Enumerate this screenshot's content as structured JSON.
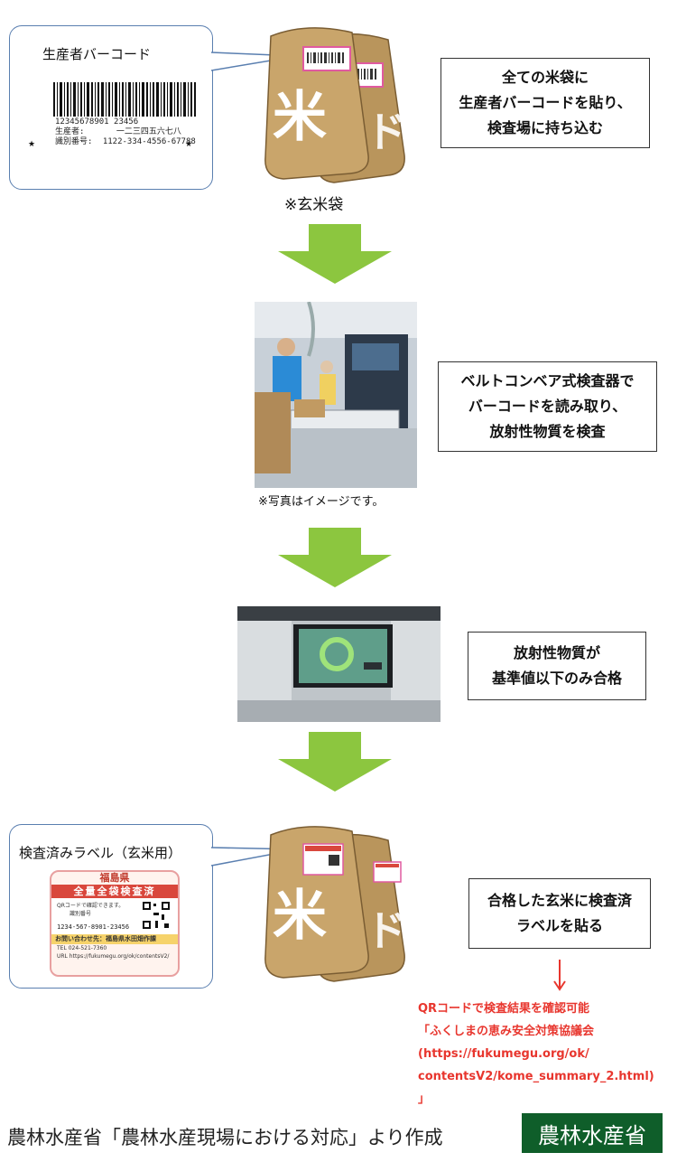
{
  "step1": {
    "callout_title": "生産者バーコード",
    "barcode_number": "12345678901 23456",
    "barcode_producer_label": "生産者:",
    "barcode_producer_value": "一二三四五六七八",
    "barcode_id_label": "識別番号:",
    "barcode_id_value": "1122-334-4556-67788",
    "bag_caption": "※玄米袋",
    "desc": [
      "全ての米袋に",
      "生産者バーコードを貼り、",
      "検査場に持ち込む"
    ]
  },
  "step2": {
    "photo_caption": "※写真はイメージです。",
    "desc": [
      "ベルトコンベア式検査器で",
      "バーコードを読み取り、",
      "放射性物質を検査"
    ]
  },
  "step3": {
    "desc": [
      "放射性物質が",
      "基準値以下のみ合格"
    ]
  },
  "step4": {
    "callout_title": "検査済みラベル（玄米用）",
    "label_pref": "福島県",
    "label_banner": "全量全袋検査済",
    "label_qr_text_1": "QRコードで確認できます。",
    "label_qr_text_2": "識別番号",
    "label_id": "1234-567-8901-23456",
    "label_contact": "お問い合わせ先：福島県水田畑作課",
    "label_tel": "TEL 024-521-7360",
    "label_url": "URL https://fukumegu.org/ok/contentsV2/",
    "desc": [
      "合格した玄米に検査済",
      "ラベルを貼る"
    ],
    "note": [
      "QRコードで検査結果を確認可能",
      "「ふくしまの恵み安全対策協議会",
      "(https://fukumegu.org/ok/",
      "contentsV2/kome_summary_2.html)",
      "」"
    ]
  },
  "footer": {
    "text": "農林水産省「農林水産現場における対応」より作成",
    "logo": "農林水産省"
  },
  "colors": {
    "arrow": "#8cc63f",
    "callout_border": "#5a7fb0",
    "note_red": "#e8362e",
    "logo_bg": "#0f5e2a",
    "bag": "#c9a56b"
  }
}
